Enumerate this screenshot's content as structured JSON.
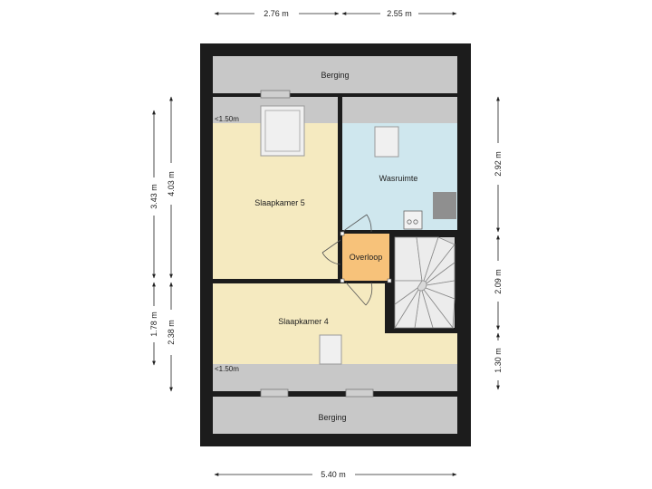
{
  "rooms": {
    "berging_top": "Berging",
    "slaapkamer5": "Slaapkamer 5",
    "wasruimte": "Wasruimte",
    "overloop": "Overloop",
    "slaapkamer4": "Slaapkamer 4",
    "berging_bottom": "Berging"
  },
  "notes": {
    "height_top": "<1.50m",
    "height_bottom": "<1.50m"
  },
  "dimensions": {
    "top_left": "2.76 m",
    "top_right": "2.55 m",
    "bottom": "5.40 m",
    "left_outer_top": "3.43 m",
    "left_outer_bottom": "1.78 m",
    "left_inner_top": "4.03 m",
    "left_inner_bottom": "2.38 m",
    "right_top": "2.92 m",
    "right_middle": "2.09 m",
    "right_bottom": "1.30 m"
  },
  "colors": {
    "wall": "#1c1c1c",
    "berging": "#c8c8c8",
    "bedroom": "#f5eac0",
    "wasruimte": "#cfe7ee",
    "overloop": "#f7c27a",
    "stairs": "#d9d9d9"
  }
}
